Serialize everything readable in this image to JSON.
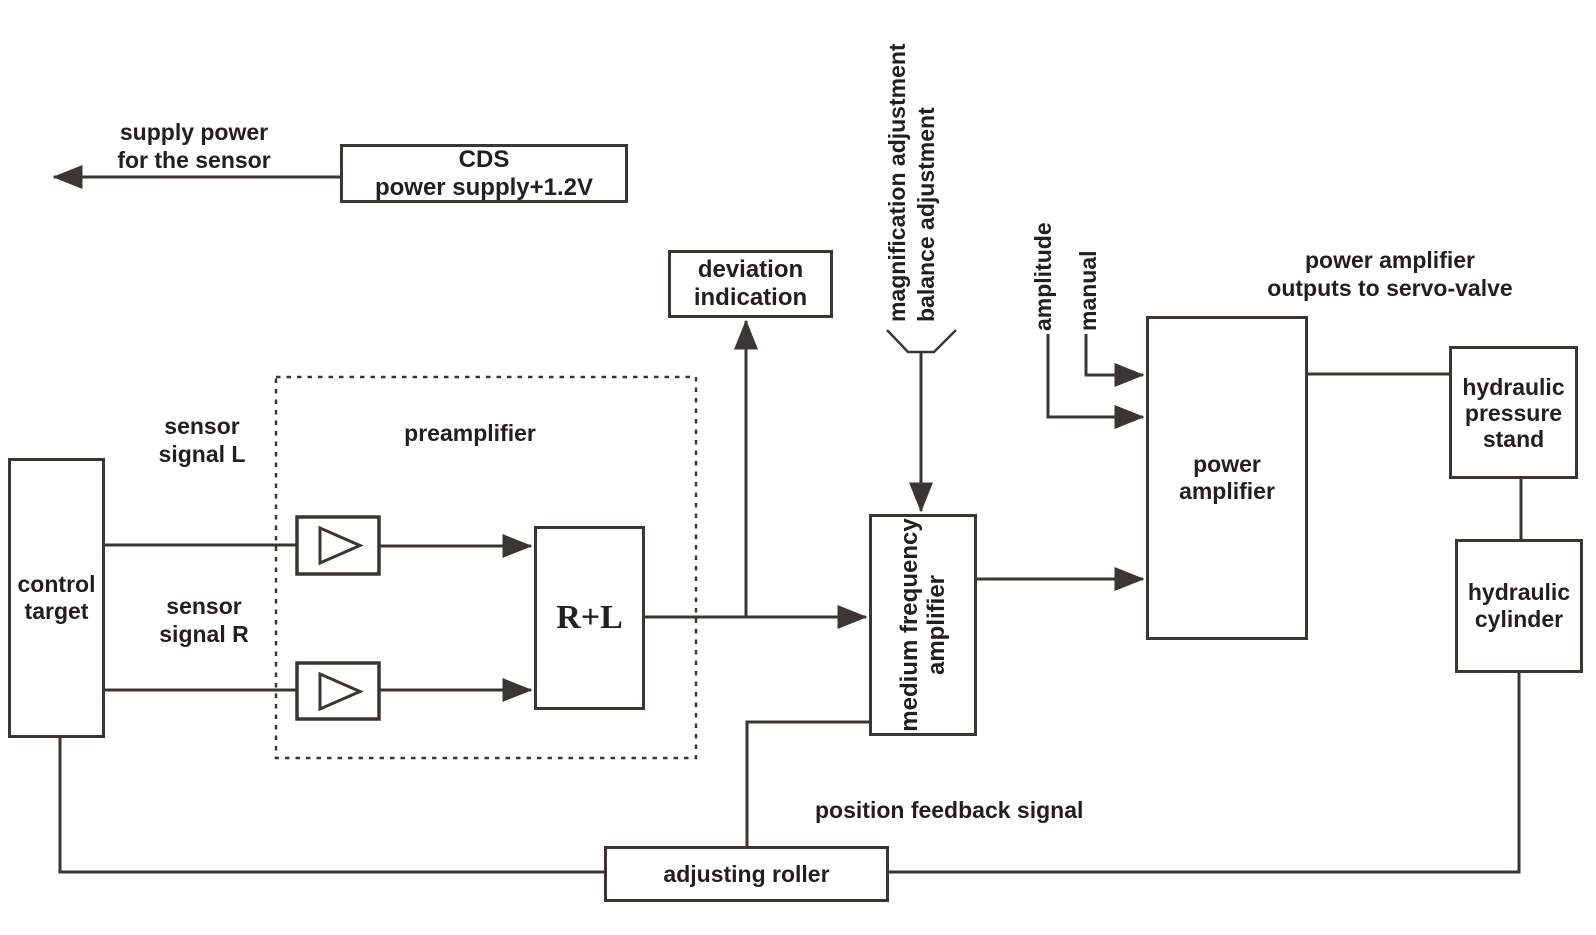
{
  "boxes": {
    "cds": {
      "line1": "CDS",
      "line2": "power supply+1.2V"
    },
    "deviation": {
      "line1": "deviation",
      "line2": "indication"
    },
    "control_target": {
      "line1": "control",
      "line2": "target"
    },
    "rl": {
      "label": "R+L"
    },
    "medium_freq_amp": {
      "line1": "medium frequency",
      "line2": "amplifier"
    },
    "power_amp": {
      "line1": "power",
      "line2": "amplifier"
    },
    "hydraulic_pressure_stand": {
      "line1": "hydraulic",
      "line2": "pressure",
      "line3": "stand"
    },
    "hydraulic_cylinder": {
      "line1": "hydraulic",
      "line2": "cylinder"
    },
    "adjusting_roller": {
      "label": "adjusting roller"
    },
    "preamplifier": {
      "label": "preamplifier"
    }
  },
  "annotations": {
    "supply_power": {
      "line1": "supply power",
      "line2": "for the sensor"
    },
    "sensor_l": {
      "line1": "sensor",
      "line2": "signal L"
    },
    "sensor_r": {
      "line1": "sensor",
      "line2": "signal R"
    },
    "magnification_adjustment": "magnification adjustment",
    "balance_adjustment": "balance adjustment",
    "amplitude": "amplitude",
    "manual": "manual",
    "pa_outputs": {
      "line1": "power amplifier",
      "line2": "outputs to servo-valve"
    },
    "position_feedback": "position feedback signal"
  },
  "icons": {
    "amplifier_triangle": "right-pointing open triangle (amplifier symbol)",
    "arrowhead": "solid filled arrowhead"
  },
  "colors": {
    "ink": "#231f20",
    "line": "#3b3634",
    "background": "#ffffff"
  }
}
